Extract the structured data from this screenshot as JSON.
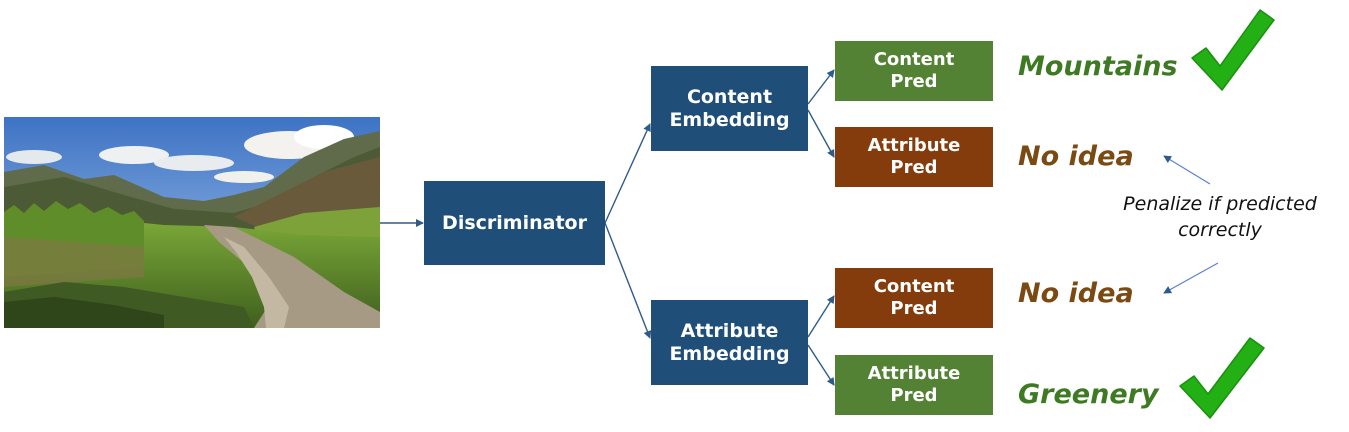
{
  "diagram": {
    "discriminator": "Discriminator",
    "content_embedding": [
      "Content",
      "Embedding"
    ],
    "attribute_embedding": [
      "Attribute",
      "Embedding"
    ],
    "predictors": [
      [
        "Content",
        "Pred"
      ],
      [
        "Attribute",
        "Pred"
      ],
      [
        "Content",
        "Pred"
      ],
      [
        "Attribute",
        "Pred"
      ]
    ],
    "results": [
      "Mountains",
      "No idea",
      "No idea",
      "Greenery"
    ],
    "penalty_note": [
      "Penalize if predicted",
      "correctly"
    ],
    "icons": {
      "checkmark": "checkmark-icon",
      "photo": "mountain-landscape-photo"
    },
    "colors": {
      "blue": "#1f4e79",
      "green": "#548235",
      "brown": "#843c0c",
      "arrow": "#2e5c8a",
      "check": "#22b014"
    }
  }
}
